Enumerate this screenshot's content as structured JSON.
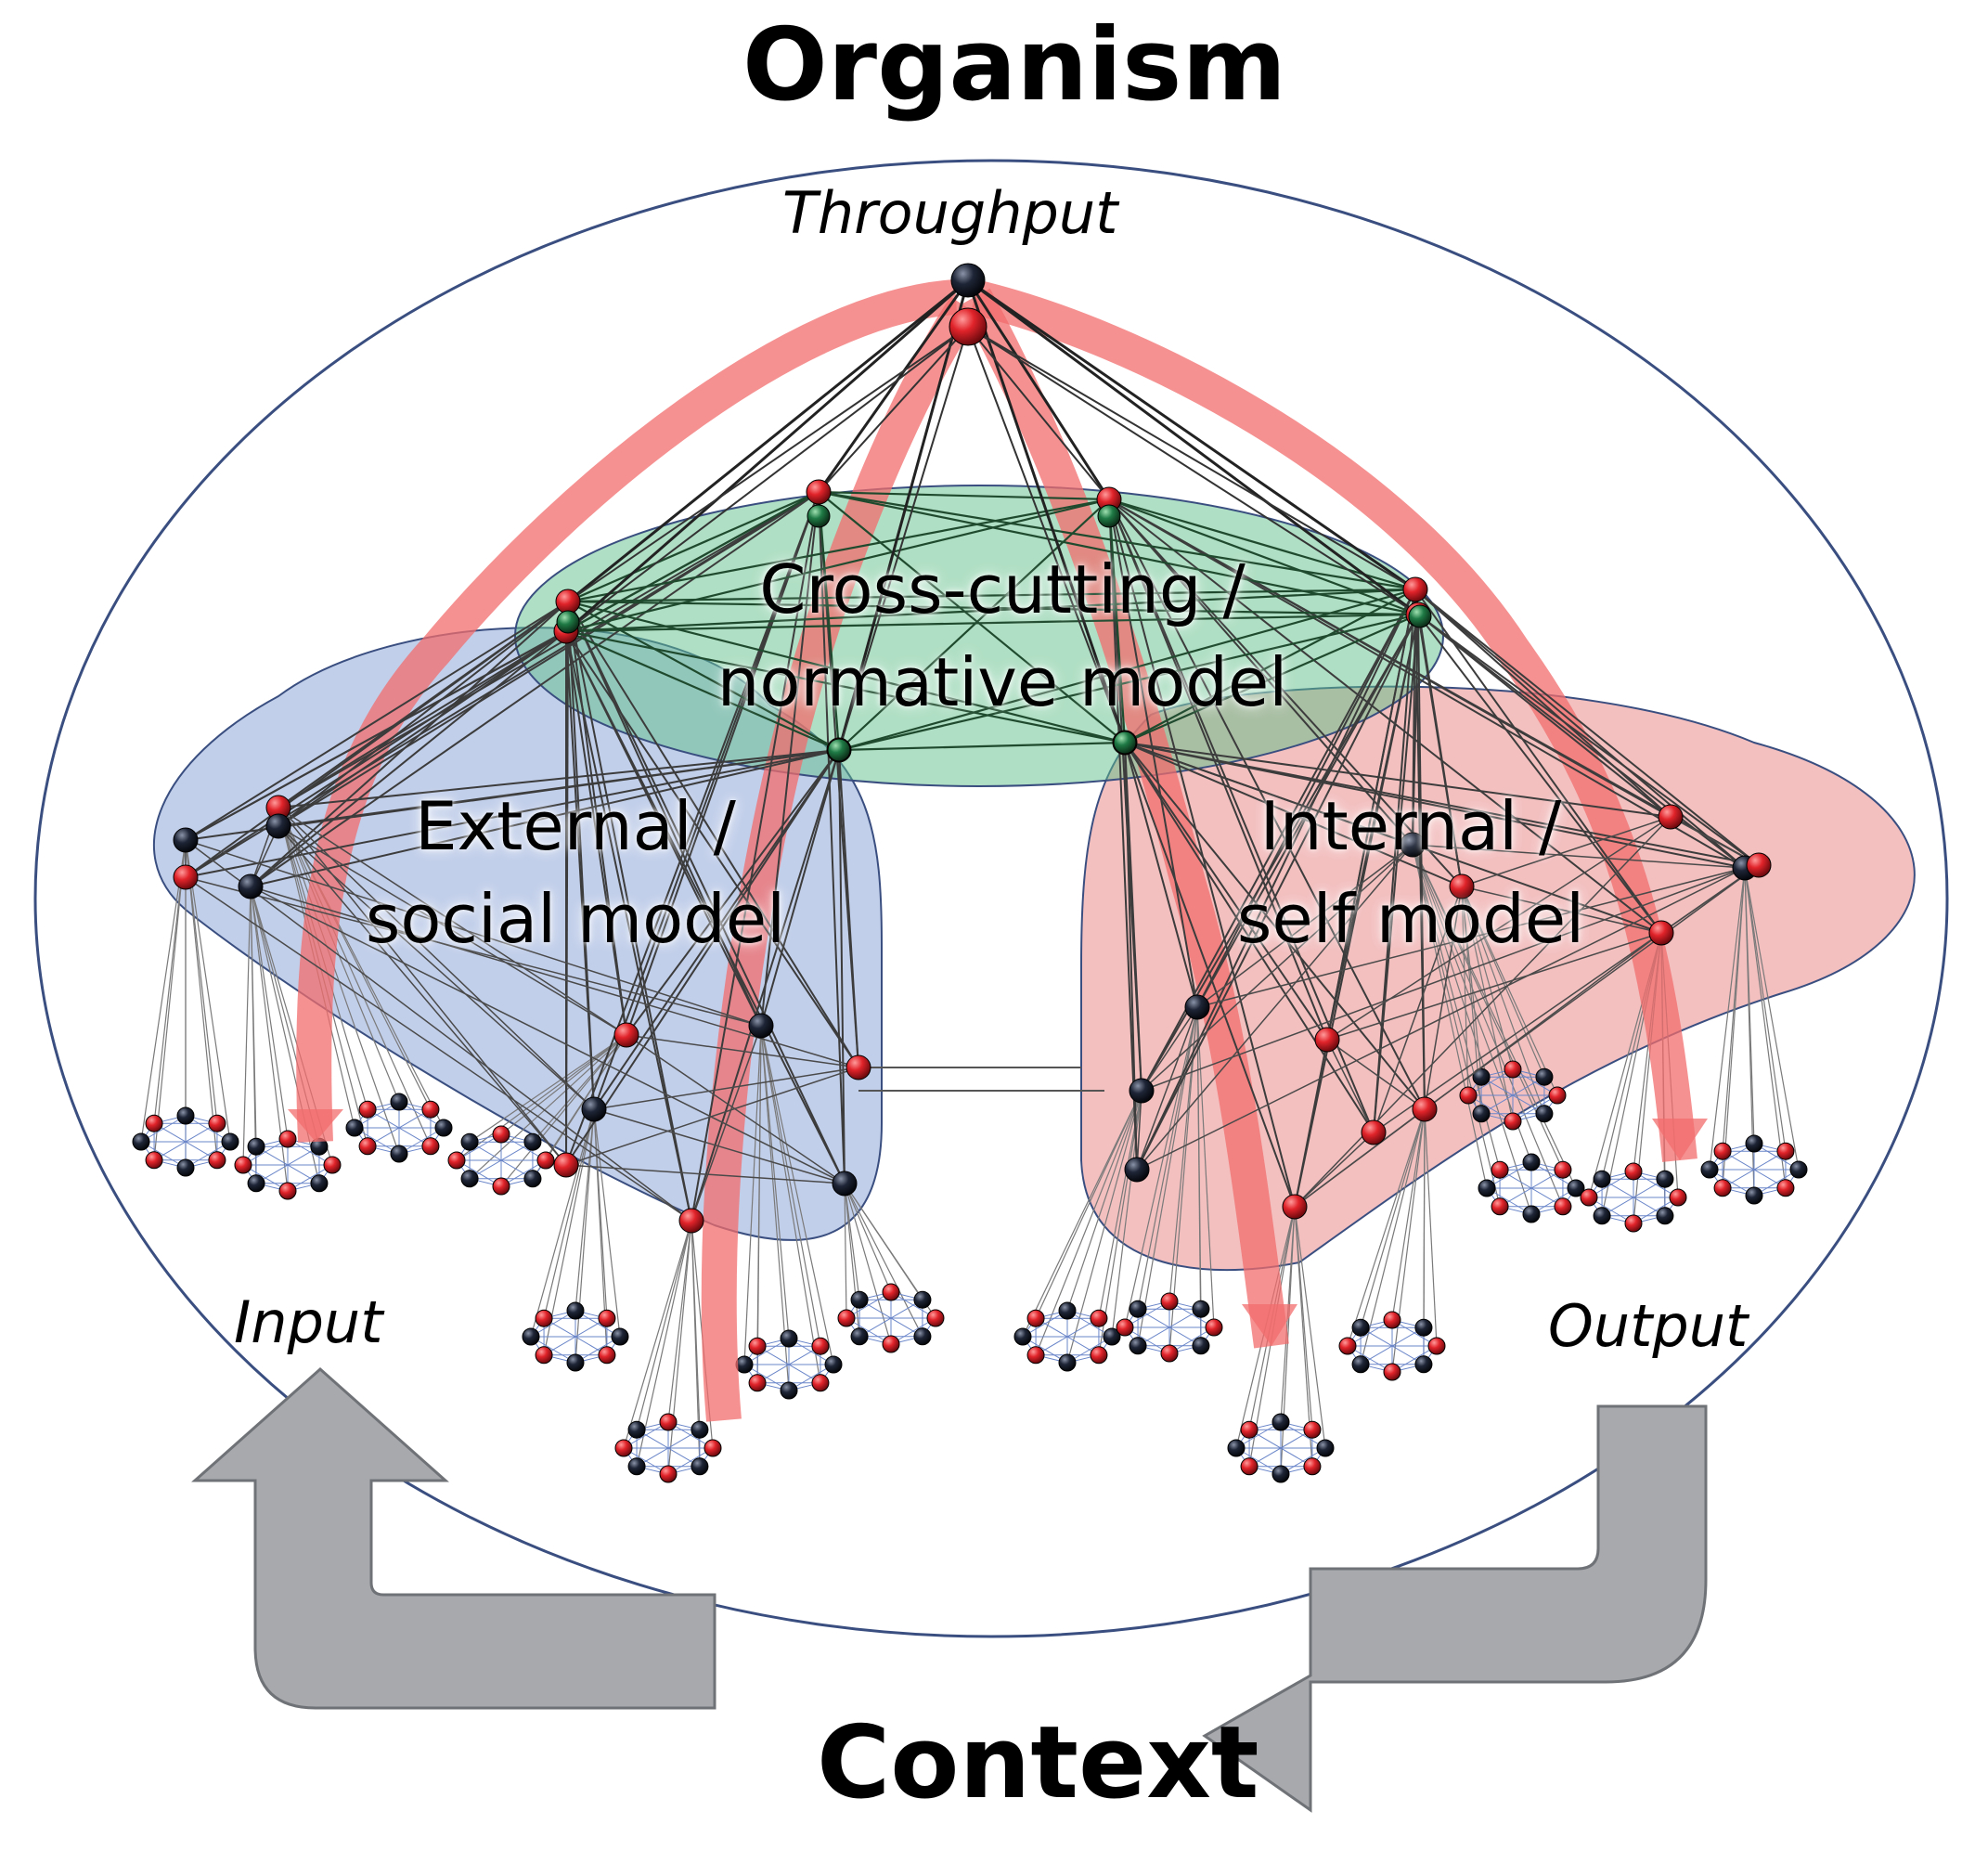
{
  "diagram": {
    "title": "Organism",
    "context_label": "Context",
    "throughput_label": "Throughput",
    "input_label": "Input",
    "output_label": "Output",
    "models": {
      "cross_cutting": {
        "line1": "Cross-cutting /",
        "line2": "normative model",
        "fill": "#5fbf8a"
      },
      "external": {
        "line1": "External /",
        "line2": "social model",
        "fill": "#8fa8d8"
      },
      "internal": {
        "line1": "Internal /",
        "line2": "self model",
        "fill": "#e98a8a"
      }
    },
    "colors": {
      "outline": "#3a4f80",
      "flow_arrow": "#f26c6c",
      "context_arrow": "#a7a9ad",
      "node_red": "#d8232a",
      "node_dark": "#1b2233",
      "edge": "#3c3c3c"
    },
    "icons": {
      "flow": "red-flow-arrow",
      "loop_left": "up-arrow-icon",
      "loop_right": "left-arrow-icon"
    }
  }
}
